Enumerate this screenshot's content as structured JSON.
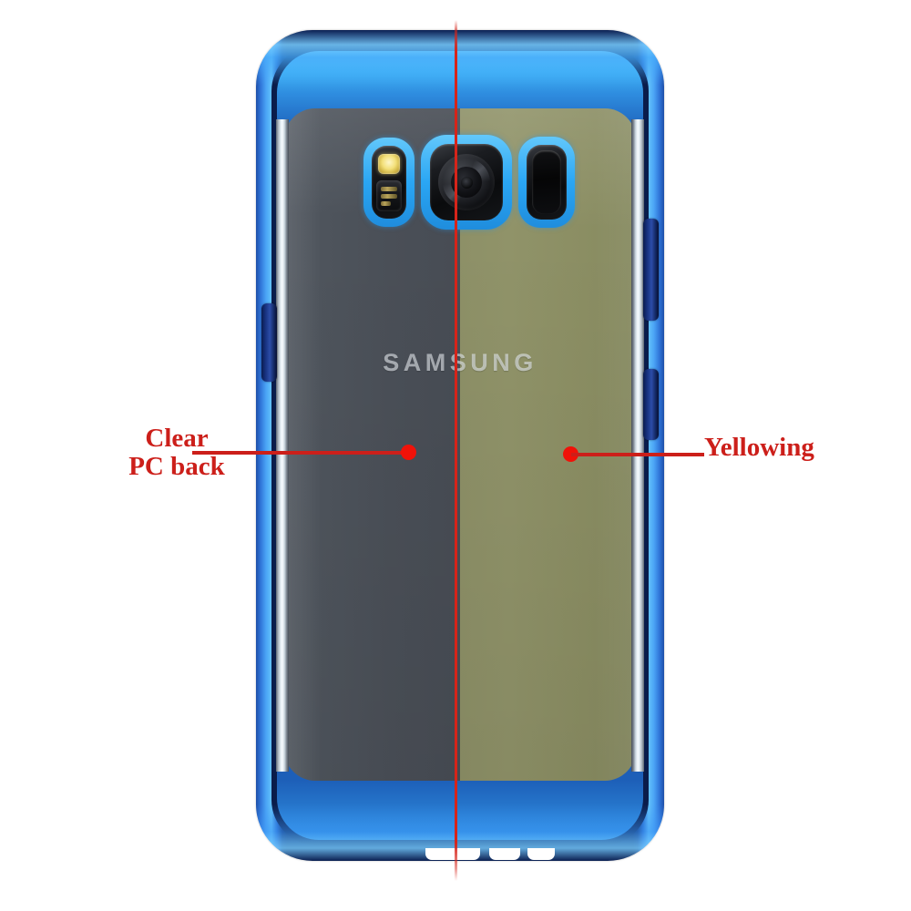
{
  "image": {
    "subject": "Samsung Galaxy S8 phone in a blue-bumper transparent PC back case",
    "comparison_type": "before-after split comparison",
    "background_color": "#ffffff"
  },
  "device": {
    "brand_logo": "SAMSUNG",
    "logo_color": "#e9eef4",
    "case_frame_color": "#1f6fd0",
    "case_frame_accent": "#63c2fb",
    "rail_color": "#e9f2f7",
    "buttons": [
      {
        "name": "bixby-button",
        "side": "left"
      },
      {
        "name": "volume-button",
        "side": "right"
      },
      {
        "name": "power-button",
        "side": "right"
      }
    ],
    "camera_module": {
      "cells": [
        {
          "name": "flash-and-sensor",
          "led_color": "#f3e07a"
        },
        {
          "name": "main-camera-lens",
          "lens_color": "#0a0b0d"
        },
        {
          "name": "fingerprint-sensor",
          "pad_color": "#050506"
        }
      ],
      "ring_color": "#2aa6f4"
    },
    "bottom_ports": [
      "usb-c-port-cutout",
      "speaker-cutout-a",
      "speaker-cutout-b"
    ]
  },
  "comparison": {
    "divider_color": "#d6241a",
    "left": {
      "label": "Clear\nPC back",
      "panel_color": "#4a4f57",
      "description": "clear"
    },
    "right": {
      "label": "Yellowing",
      "panel_color": "#8d9067",
      "description": "yellowed"
    }
  },
  "annotations": {
    "text_color": "#cc1f1a",
    "dot_color": "#f01209",
    "left_callout": "Clear\nPC back",
    "right_callout": "Yellowing"
  }
}
